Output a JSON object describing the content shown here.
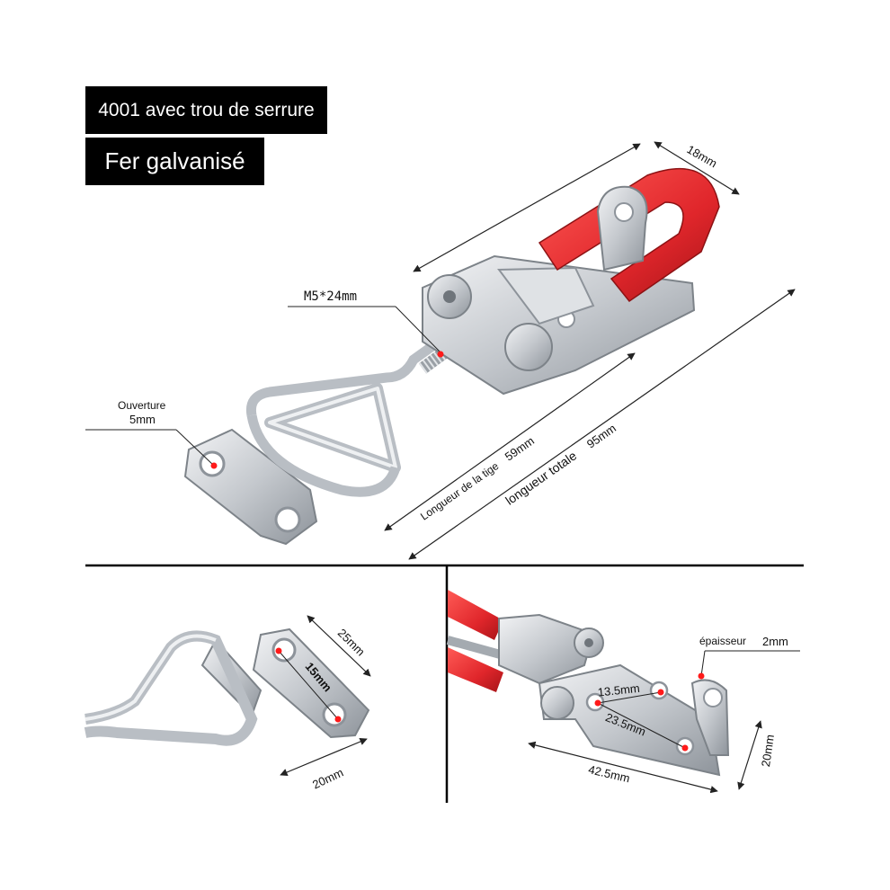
{
  "header": {
    "model_label": "4001 avec trou de serrure",
    "material_label": "Fer galvanisé"
  },
  "main_view": {
    "width_dim": "18mm",
    "bolt_spec": "M5*24mm",
    "opening_label": "Ouverture",
    "opening_value": "5mm",
    "rod_length_label": "Longueur de la tige",
    "rod_length_value": "59mm",
    "total_length_label": "longueur totale",
    "total_length_value": "95mm"
  },
  "detail_left": {
    "height_dim": "25mm",
    "hole_spacing": "15mm",
    "width_dim": "20mm"
  },
  "detail_right": {
    "thickness_label": "épaisseur",
    "thickness_value": "2mm",
    "hole_spacing_short": "13.5mm",
    "hole_spacing_diag": "23.5mm",
    "base_length": "42.5mm",
    "base_height": "20mm"
  },
  "colors": {
    "handle_red": "#e0262b",
    "steel": "#c9cdd2",
    "steel_dark": "#8d939a",
    "marker_red": "#ff1a1a"
  }
}
